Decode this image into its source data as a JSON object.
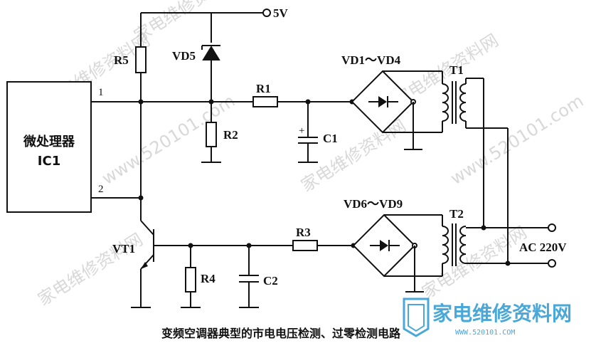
{
  "labels": {
    "vcc": "5V",
    "r5": "R5",
    "vd5": "VD5",
    "r1": "R1",
    "r2": "R2",
    "c1": "C1",
    "c1_polarity": "+",
    "bridge1": "VD1～VD4",
    "t1": "T1",
    "bridge2": "VD6～VD9",
    "t2": "T2",
    "ac": "AC 220V",
    "r3": "R3",
    "r4": "R4",
    "c2": "C2",
    "vt1": "VT1",
    "pin1": "1",
    "pin2": "2",
    "mcu_line1": "微处理器",
    "mcu_line2": "IC1"
  },
  "caption": "变频空调器典型的市电电压检测、过零检测电路",
  "watermarks": {
    "site_cn": "家电维修资料网",
    "site_url": "www.520101.com"
  },
  "brand": {
    "name": "家电维修资料网",
    "url": "WWW.520101.COM",
    "color": "#4aa8d8"
  }
}
